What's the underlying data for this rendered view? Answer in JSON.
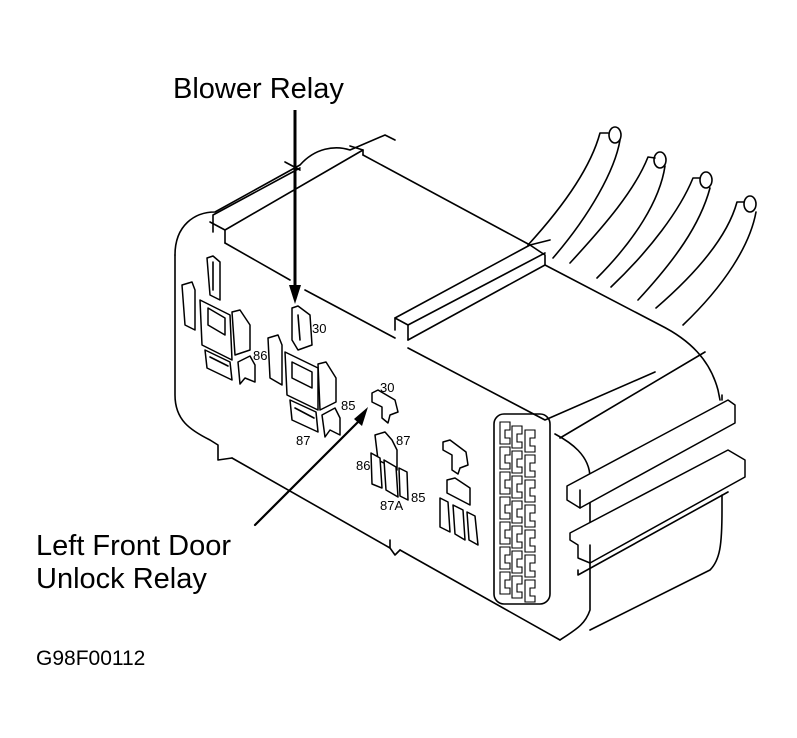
{
  "diagram": {
    "subject": "relay connector block",
    "callouts": [
      {
        "id": "blower",
        "label": "Blower Relay"
      },
      {
        "id": "lf-door",
        "label_lines": [
          "Left Front Door",
          "Unlock Relay"
        ]
      }
    ],
    "relay_1": {
      "pins": {
        "p86": "86"
      }
    },
    "relay_2_blower": {
      "pins": {
        "p30": "30",
        "p86": "86",
        "p85": "85",
        "p87": "87"
      }
    },
    "relay_3_lf_door": {
      "pins": {
        "p30": "30",
        "p87": "87",
        "p86": "86",
        "p87a": "87A",
        "p85": "85"
      }
    },
    "wire_count": 4,
    "figure_id": "G98F00112"
  }
}
